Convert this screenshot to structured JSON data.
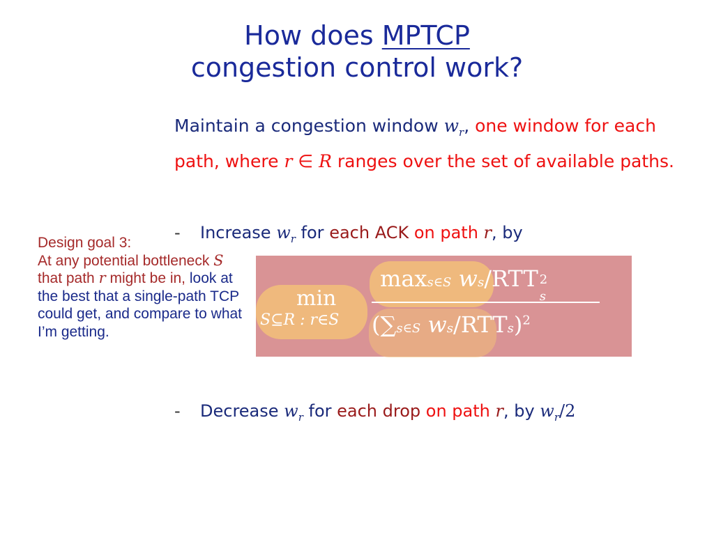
{
  "title": {
    "line1_prefix": "How does ",
    "line1_link": "MPTCP",
    "line2": "congestion control work?"
  },
  "intro": {
    "part1": "Maintain a congestion window ",
    "w": "w",
    "r": "r",
    "comma": ",",
    "part2": "one window for each path, where ",
    "r_var": "r",
    "in": " ∈ ",
    "R_var": "R",
    "part3": " ranges over the set of available paths."
  },
  "increase": {
    "dash": "-",
    "word": "Increase ",
    "w": "w",
    "r": "r",
    "for": " for ",
    "each_ack": "each ACK",
    "on_path": " on path ",
    "r_var": "r",
    "by": ", by"
  },
  "decrease": {
    "dash": "-",
    "word": "Decrease ",
    "w": "w",
    "r": "r",
    "for": " for ",
    "each_drop": "each drop",
    "on_path": " on path ",
    "r_var": "r",
    "by": ", by ",
    "w2": "w",
    "r2": "r",
    "div2": "/2"
  },
  "side_note": {
    "line1": "Design goal 3:",
    "line2": "At any potential bottleneck ",
    "S": "S",
    "line2b": " that path ",
    "r": "r",
    "line3": " might be in, ",
    "blue": "look at the best that a single-path TCP could get, and compare to what I’m getting."
  },
  "formula": {
    "min": "min",
    "min_sub": "S⊆R : r∈S",
    "num_max": "max",
    "num_max_sub": "s∈S",
    "num_w": "w",
    "num_ws": "s",
    "num_rtt": "/RTT",
    "num_sup": "2",
    "num_sub": "s",
    "den_sum": "(∑",
    "den_sum_sub": "s∈S",
    "den_w": "w",
    "den_ws": "s",
    "den_rtt": "/RTT",
    "den_sub": "s",
    "den_close": ")",
    "den_sup": "2"
  },
  "colors": {
    "title": "#1a2a9a",
    "red": "#ee1111",
    "navy": "#1a2a7a",
    "side_red": "#a52a2a",
    "formula_bg": "#d99395",
    "highlight": "#f2c079"
  }
}
